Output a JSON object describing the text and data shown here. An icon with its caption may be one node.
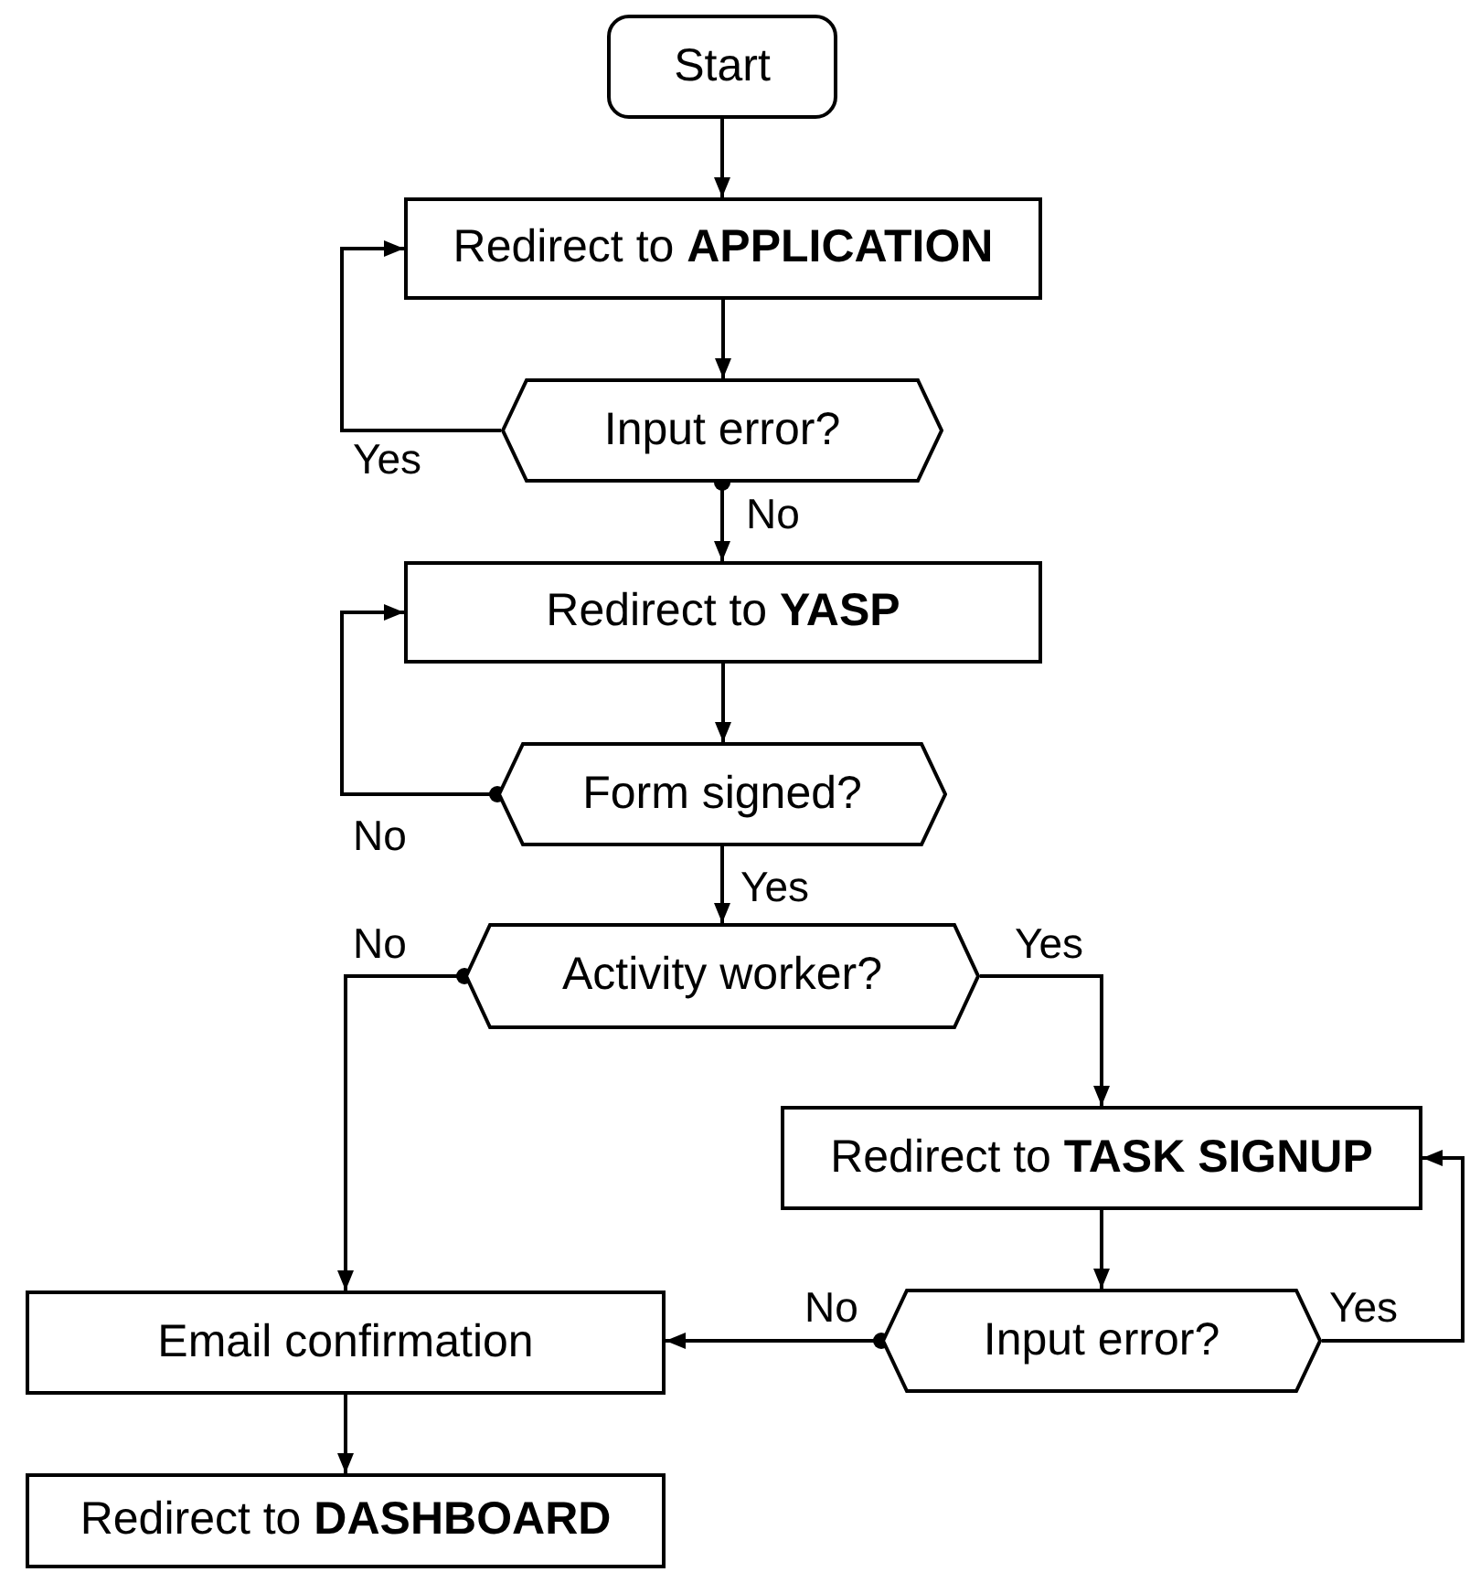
{
  "diagram": {
    "nodes": [
      {
        "text": [
          "Start"
        ]
      },
      {
        "text": [
          "Redirect to **APPLICATION**"
        ]
      },
      {
        "text": [
          "Input error?"
        ]
      },
      {
        "text": [
          "Redirect to **YASP**"
        ]
      },
      {
        "text": [
          "Form signed?"
        ]
      },
      {
        "text": [
          "Activity worker?"
        ]
      },
      {
        "text": [
          "Redirect to **TASK SIGNUP**"
        ]
      },
      {
        "text": [
          "Input error?"
        ]
      },
      {
        "text": [
          "Email confirmation"
        ]
      },
      {
        "text": [
          "Redirect to **DASHBOARD**"
        ]
      }
    ],
    "edges": [
      {
        "from": 0,
        "to": 1,
        "arrow": "to"
      },
      {
        "from": 1,
        "to": 2,
        "arrow": "to"
      },
      {
        "from": 2,
        "to": 1,
        "arrow": "to",
        "label": "Yes"
      },
      {
        "from": 2,
        "to": 3,
        "arrow": "to",
        "label": "No"
      },
      {
        "from": 3,
        "to": 4,
        "arrow": "to"
      },
      {
        "from": 4,
        "to": 3,
        "arrow": "to",
        "label": "No"
      },
      {
        "from": 4,
        "to": 5,
        "arrow": "to",
        "label": "Yes"
      },
      {
        "from": 5,
        "to": 8,
        "arrow": "to",
        "label": "No"
      },
      {
        "from": 5,
        "to": 6,
        "arrow": "to",
        "label": "Yes"
      },
      {
        "from": 6,
        "to": 7,
        "arrow": "to"
      },
      {
        "from": 7,
        "to": 6,
        "arrow": "to",
        "label": "Yes"
      },
      {
        "from": 7,
        "to": 8,
        "arrow": "to",
        "label": "No"
      },
      {
        "from": 8,
        "to": 9,
        "arrow": "to"
      }
    ]
  }
}
